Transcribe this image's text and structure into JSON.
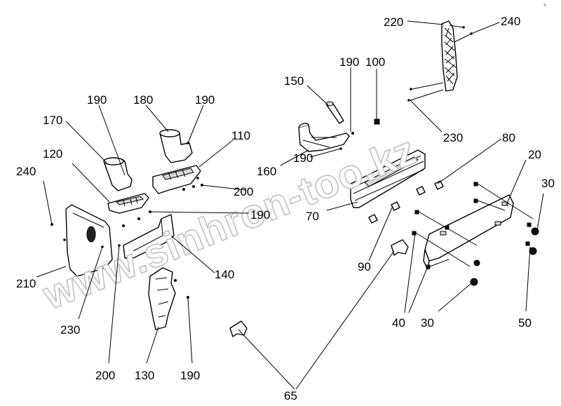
{
  "corner_mark": "®",
  "watermark": "www.sinhron-too.kz",
  "labels": {
    "l220": "220",
    "l240_top": "240",
    "l190_a": "190",
    "l100": "100",
    "l150": "150",
    "l190_b": "190",
    "l180": "180",
    "l190_c": "190",
    "l170": "170",
    "l110": "110",
    "l230_top": "230",
    "l80": "80",
    "l120": "120",
    "l20": "20",
    "l240_left": "240",
    "l160": "160",
    "l190_d": "190",
    "l200_top": "200",
    "l30_top": "30",
    "l190_e": "190",
    "l70": "70",
    "l90": "90",
    "l140": "140",
    "l210": "210",
    "l40": "40",
    "l30_bottom": "30",
    "l50": "50",
    "l230_left": "230",
    "l200_bottom": "200",
    "l130": "130",
    "l190_f": "190",
    "l65": "65"
  }
}
